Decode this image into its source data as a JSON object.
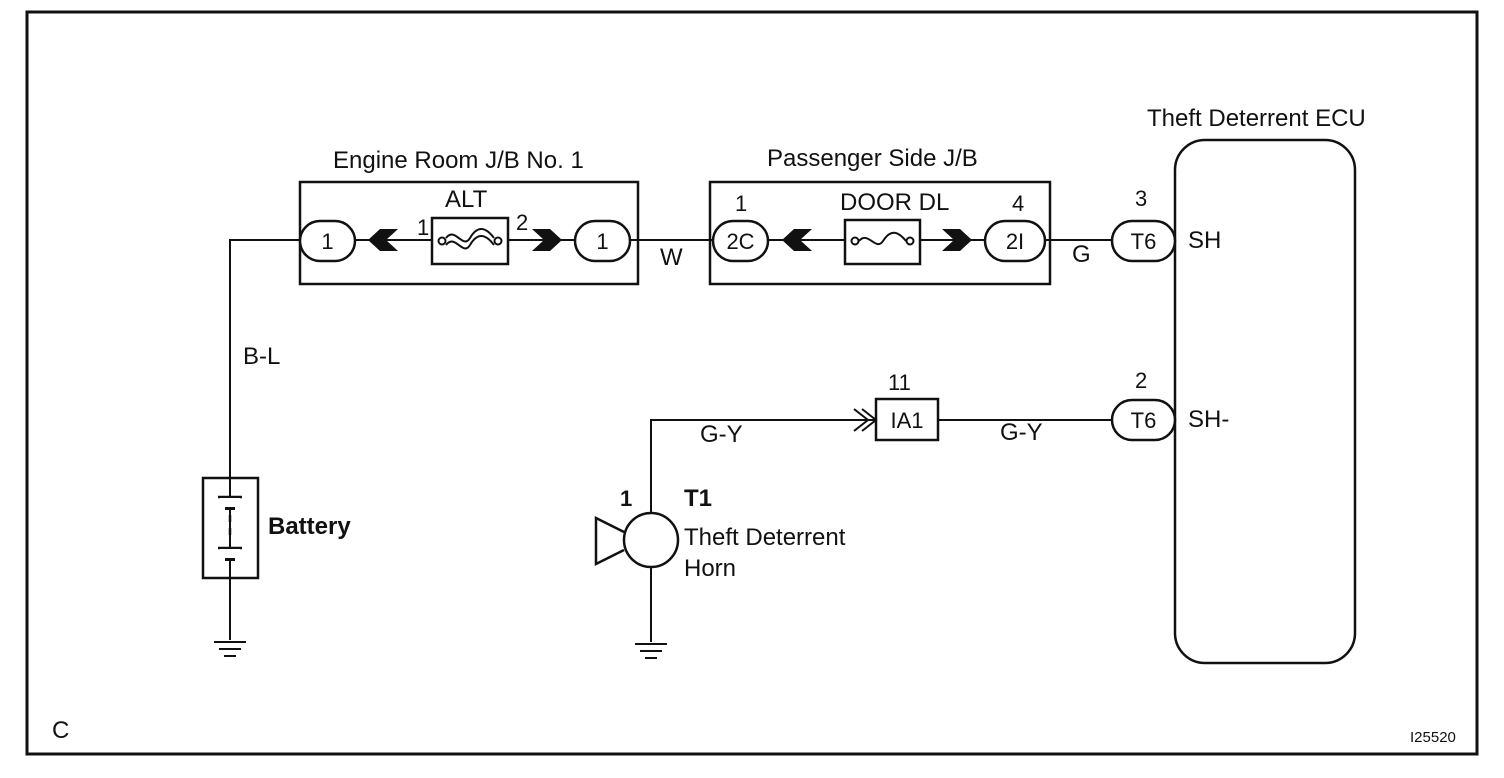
{
  "components": {
    "engine_room_jb": "Engine Room J/B No. 1",
    "alt_fuse": "ALT",
    "passenger_jb": "Passenger Side J/B",
    "door_fuse": "DOOR DL",
    "ecu": "Theft Deterrent ECU",
    "battery": "Battery",
    "horn_code": "T1",
    "horn_name_line1": "Theft Deterrent",
    "horn_name_line2": "Horn"
  },
  "connectors": {
    "erjb_in": "1",
    "erjb_out": "1",
    "pjb_in": "2C",
    "pjb_out": "2I",
    "ecu_sh": "T6",
    "ecu_shm": "T6",
    "ia1": "IA1"
  },
  "pins": {
    "alt_in": "1",
    "alt_out": "2",
    "pjb_in": "1",
    "pjb_out": "4",
    "ecu_sh": "3",
    "ecu_shm": "2",
    "ia1": "11",
    "horn": "1"
  },
  "terminals": {
    "sh": "SH",
    "shm": "SH-"
  },
  "wires": {
    "battery": "B-L",
    "erjb_to_pjb": "W",
    "pjb_to_ecu": "G",
    "horn_to_ia1": "G-Y",
    "ia1_to_ecu": "G-Y"
  },
  "corner_letter": "C",
  "figure_id": "I25520"
}
